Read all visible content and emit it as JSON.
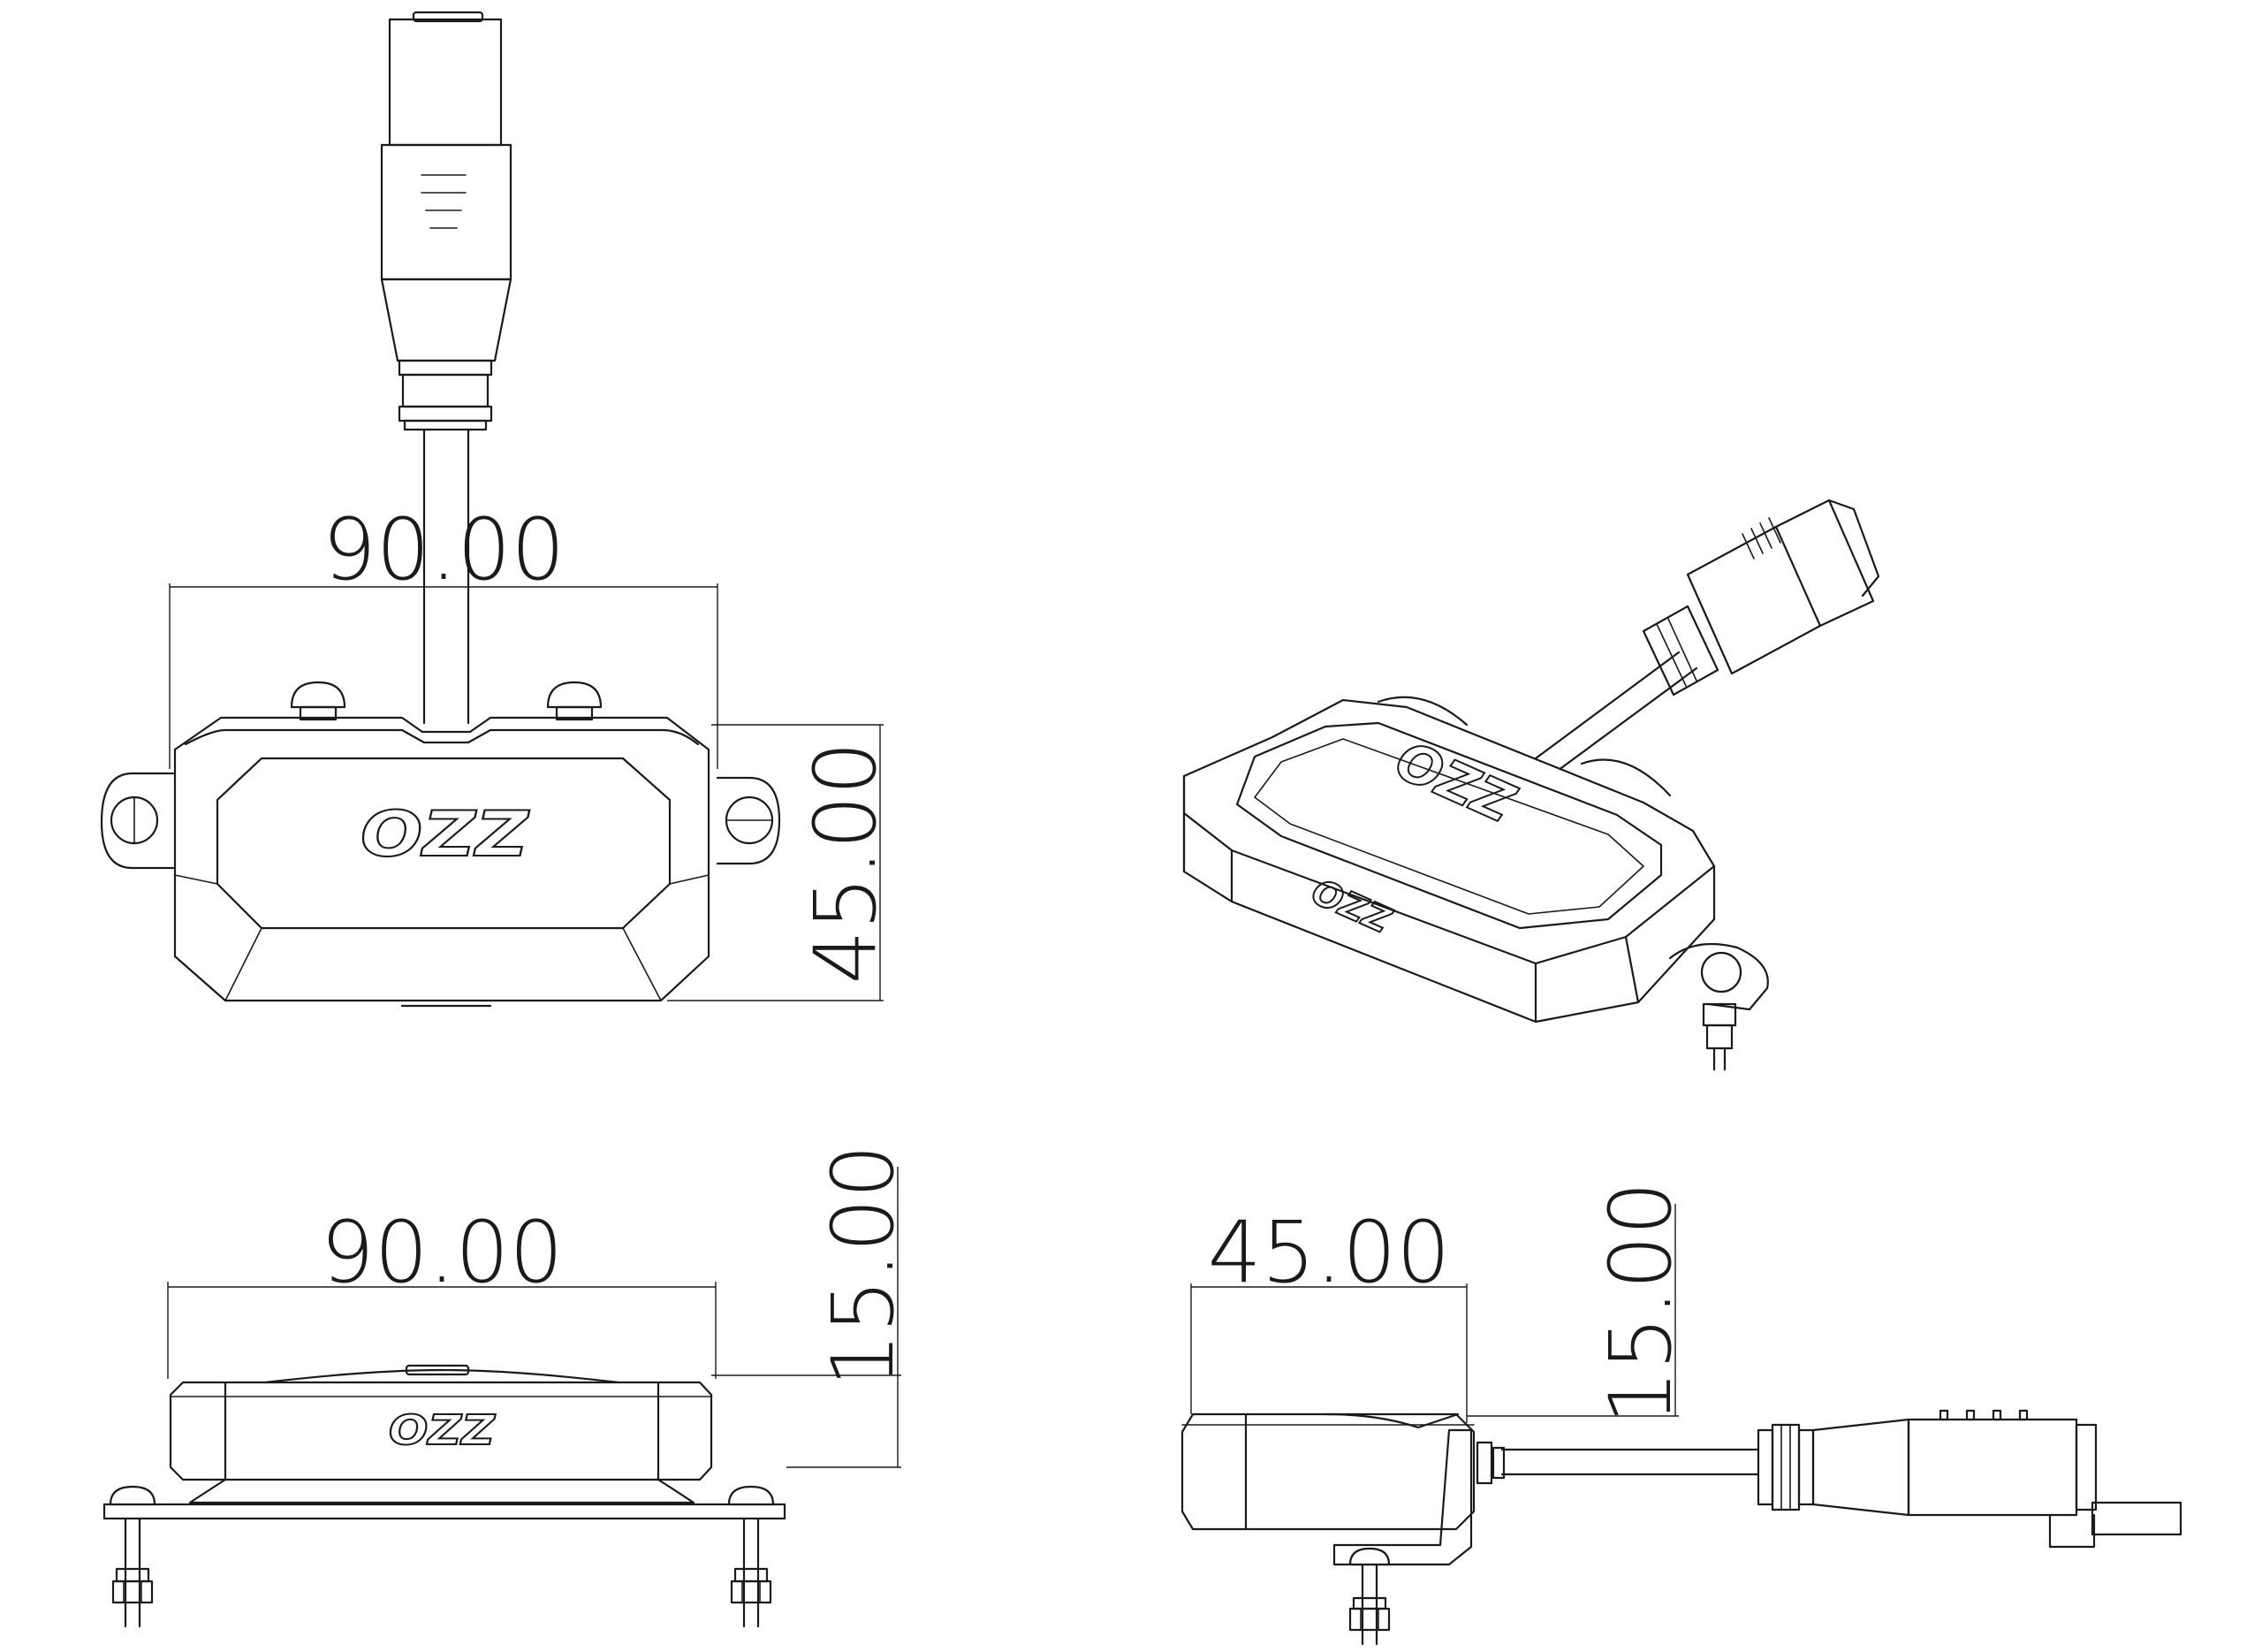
{
  "dimensions": {
    "top_width": "90.00",
    "top_height": "45.00",
    "front_width": "90.00",
    "front_height": "15.00",
    "side_width": "45.00",
    "side_height": "15.00"
  },
  "logo_text": "OZZ",
  "colors": {
    "line": "#1a1a1a",
    "background": "#ffffff"
  }
}
